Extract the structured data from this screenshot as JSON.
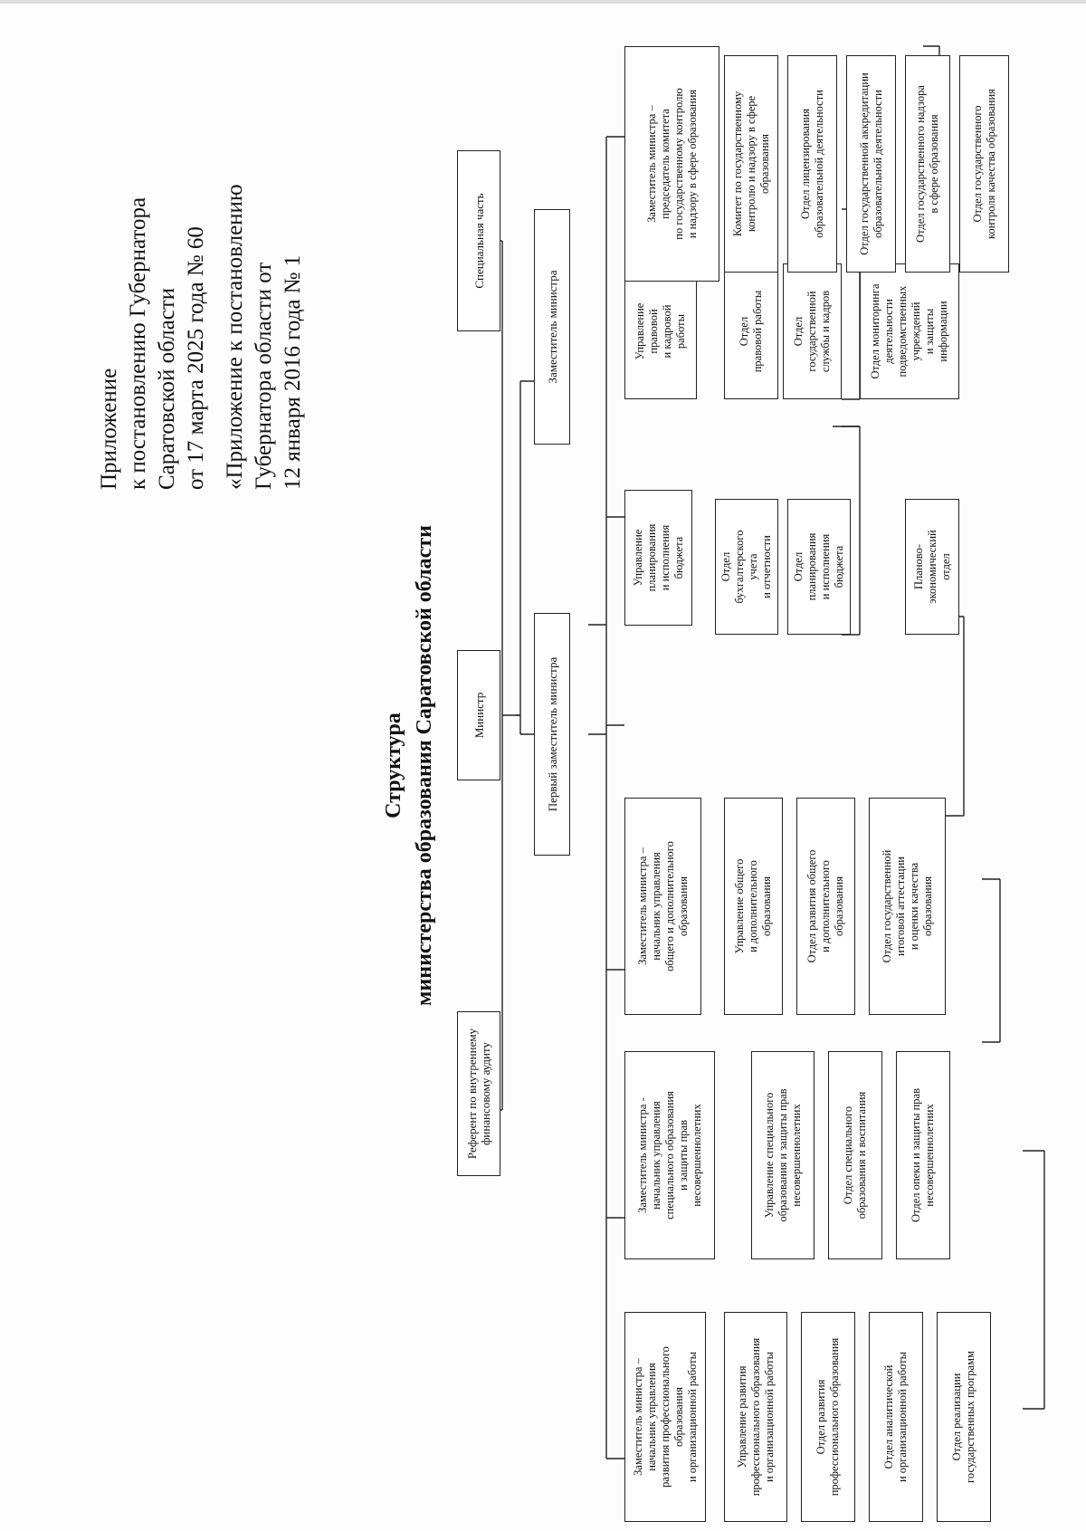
{
  "header": {
    "line1": "Приложение",
    "line2": "к постановлению Губернатора",
    "line3": "Саратовской области",
    "line4": "от 17 марта 2025 года № 60",
    "line5": "«Приложение к постановлению",
    "line6": "Губернатора области от",
    "line7": "12 января 2016 года № 1"
  },
  "title": {
    "line1": "Структура",
    "line2": "министерства образования Саратовской области"
  },
  "top": {
    "referent": "Референт по внутреннему\nфинансовому аудиту",
    "minister": "Министр",
    "special": "Специальная часть",
    "first_deputy": "Первый заместитель министра",
    "deputy": "Заместитель министра"
  },
  "columns": [
    {
      "head": "Заместитель министра –\nначальник управления\nразвития профессионального\nобразования\nи организационной работы",
      "subs": [
        "Управление развития\nпрофессионального образования\nи организационной работы",
        "Отдел развития\nпрофессионального образования",
        "Отдел аналитической\nи организационной работы",
        "Отдел реализации\nгосударственных программ"
      ]
    },
    {
      "head": "Заместитель министра -\nначальник управления\nспециального образования\nи защиты прав\nнесовершеннолетних",
      "subs": [
        "Управление специального\nобразования и защиты прав\nнесовершеннолетних",
        "Отдел специального\nобразования и воспитания",
        "Отдел опеки и защиты прав\nнесовершеннолетних"
      ]
    },
    {
      "head": "Заместитель министра –\nначальник управления\nобщего и дополнительного\nобразования",
      "subs": [
        "Управление общего\nи дополнительного\nобразования",
        "Отдел развития общего\nи дополнительного\nобразования",
        "Отдел государственной\nитоговой аттестации\nи оценки качества\nобразования"
      ]
    },
    {
      "head": "Управление\nпланирования\nи исполнения\nбюджета",
      "subs": [
        "Отдел\nбухгалтерского\nучета\nи отчетности",
        "Отдел\nпланирования\nи исполнения\nбюджета",
        "Планово-\nэкономический\nотдел"
      ]
    },
    {
      "head": "Управление\nправовой\nи кадровой\nработы",
      "subs": [
        "Отдел\nправовой работы",
        "Отдел\nгосударственной\nслужбы и кадров",
        "Отдел мониторинга\nдеятельности\nподведомственных\nучреждений\nи защиты\nинформации"
      ]
    },
    {
      "head": "Заместитель министра –\nпредседатель комитета\nпо государственному контролю\nи надзору в сфере образования",
      "subs": [
        "Комитет по государственному\nконтролю и надзору в сфере\nобразования",
        "Отдел лицензирования\nобразовательной деятельности",
        "Отдел государственной аккредитации\nобразовательной деятельности",
        "Отдел государственного надзора\nв сфере образования",
        "Отдел государственного\nконтроля качества образования"
      ]
    }
  ]
}
